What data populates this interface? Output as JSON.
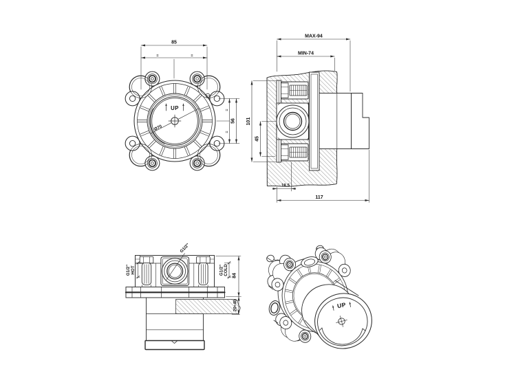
{
  "drawing": {
    "title": "concealed valve rough-in installation drawing",
    "background_color": "#ffffff",
    "line_color": "#2b2b2b",
    "views": {
      "front": {
        "name": "front view",
        "dim_width": "85",
        "equal_mark": "=",
        "dim_height": "56",
        "diameter_label": "Ø70",
        "up_label": "UP"
      },
      "section": {
        "name": "side section view",
        "dim_max_depth": "MAX-94",
        "dim_min_depth": "MIN-74",
        "dim_body_height": "101",
        "dim_port_offset": "45",
        "dim_screw_offset": "18.5",
        "dim_total_depth": "117"
      },
      "top": {
        "name": "top view",
        "port_top": "G1/2\"",
        "port_left_line1": "G1/2\"",
        "port_left_line2": "HOT",
        "port_right_line1": "G1/2\"",
        "port_right_line2": "COLD",
        "dim_body_depth": "84",
        "dim_wall_range": "20÷40"
      },
      "iso": {
        "name": "isometric view",
        "up_label": "UP"
      }
    }
  }
}
